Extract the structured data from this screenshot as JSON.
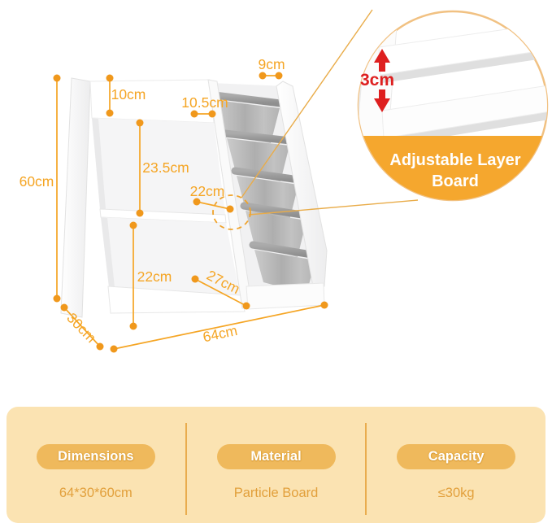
{
  "colors": {
    "accent_orange": "#F5A524",
    "dot_orange": "#F0981C",
    "leader_orange": "#E9AC49",
    "red": "#DE1F1F",
    "callout_banner": "#F5A72E",
    "panel_bg": "#FBE3B2",
    "pill_bg": "#EFB95C",
    "value_text": "#E2A03C",
    "fabric_gray": "#BDBDBD",
    "furniture_white": "#FFFFFF"
  },
  "diagram": {
    "labels": {
      "height": "60cm",
      "top_section_height": "10cm",
      "top_shelf_depth": "10.5cm",
      "sling_pocket_width": "9cm",
      "middle_section_height": "23.5cm",
      "middle_shelf_depth": "22cm",
      "bottom_section_height": "22cm",
      "bottom_shelf_depth": "27cm",
      "overall_width": "64cm",
      "overall_depth": "30cm"
    },
    "callout": {
      "board_gap": "3cm",
      "caption_line1": "Adjustable Layer",
      "caption_line2": "Board"
    }
  },
  "specs": {
    "items": [
      {
        "title": "Dimensions",
        "value": "64*30*60cm"
      },
      {
        "title": "Material",
        "value": "Particle Board"
      },
      {
        "title": "Capacity",
        "value": "≤30kg"
      }
    ]
  }
}
